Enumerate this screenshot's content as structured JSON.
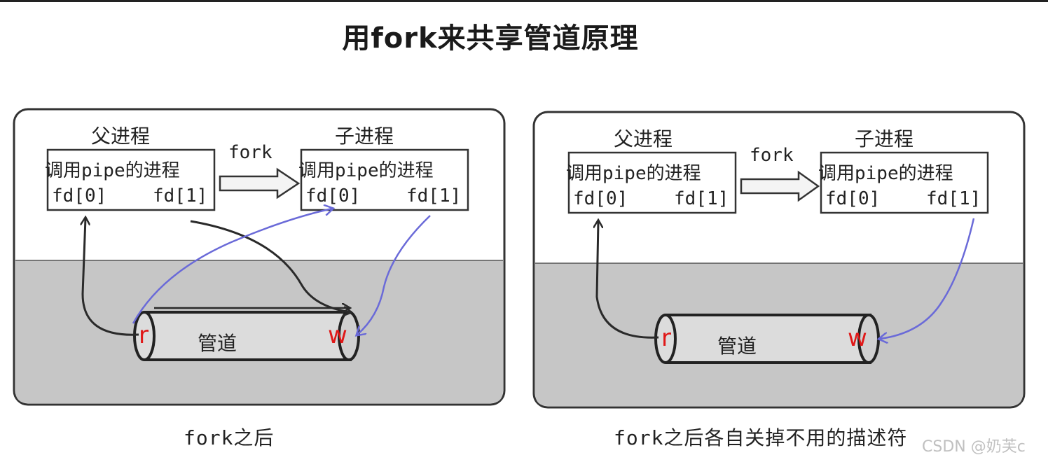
{
  "title": "用fork来共享管道原理",
  "colors": {
    "kernel_fill": "#c6c6c6",
    "frame_stroke": "#333333",
    "blue_arrow": "#6a6ad8",
    "black_arrow": "#2a2a2a",
    "red_label": "#e01818"
  },
  "panels": [
    {
      "parent_label": "父进程",
      "child_label": "子进程",
      "fork_label": "fork",
      "box_text": "调用pipe的进程",
      "fd0": "fd[0]",
      "fd1": "fd[1]",
      "pipe_label": "管道",
      "read_end": "r",
      "write_end": "w",
      "caption": "fork之后"
    },
    {
      "parent_label": "父进程",
      "child_label": "子进程",
      "fork_label": "fork",
      "box_text": "调用pipe的进程",
      "fd0": "fd[0]",
      "fd1": "fd[1]",
      "pipe_label": "管道",
      "read_end": "r",
      "write_end": "w",
      "caption": "fork之后各自关掉不用的描述符"
    }
  ],
  "watermark": "CSDN @奶芙c"
}
